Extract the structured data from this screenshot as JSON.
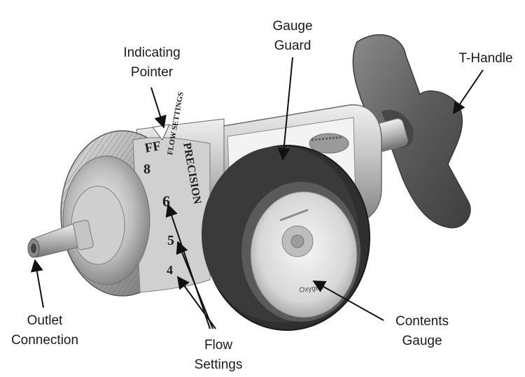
{
  "labels": {
    "gauge_guard": [
      "Gauge",
      "Guard"
    ],
    "indicating_pointer": [
      "Indicating",
      "Pointer"
    ],
    "t_handle": [
      "T-Handle"
    ],
    "outlet_connection": [
      "Outlet",
      "Connection"
    ],
    "flow_settings": [
      "Flow",
      "Settings"
    ],
    "contents_gauge": [
      "Contents",
      "Gauge"
    ]
  },
  "device_markings": {
    "brand": "PRECISION",
    "dial_header": "FLOW SETTINGS",
    "dial_numbers": [
      "FF",
      "8",
      "6",
      "5",
      "4"
    ],
    "gauge_text": "Oxygen"
  },
  "colors": {
    "label_text": "#1a1a1a",
    "leader_line": "#111111",
    "body_metal": "#b9b9b9",
    "handle": "#555555",
    "gauge_guard_rubber": "#2f2f2f"
  }
}
